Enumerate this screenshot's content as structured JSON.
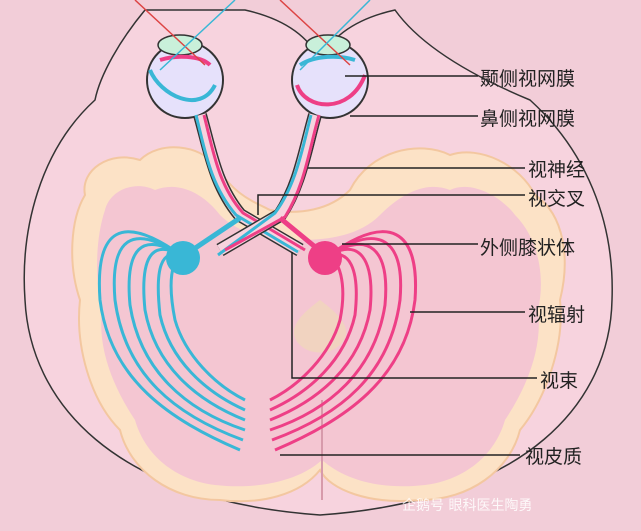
{
  "labels": {
    "temporal_retina": "颞侧视网膜",
    "nasal_retina": "鼻侧视网膜",
    "optic_nerve": "视神经",
    "optic_chiasm": "视交叉",
    "lateral_geniculate": "外侧膝状体",
    "optic_radiation": "视辐射",
    "optic_tract": "视束",
    "visual_cortex": "视皮质"
  },
  "watermark": "企鹅号 眼科医生陶勇",
  "colors": {
    "background": "#f2cdd8",
    "brain": "#f8d8e1",
    "cortex": "#fbe2c8",
    "blue_path": "#39b7d6",
    "pink_path": "#ee3f86"
  }
}
